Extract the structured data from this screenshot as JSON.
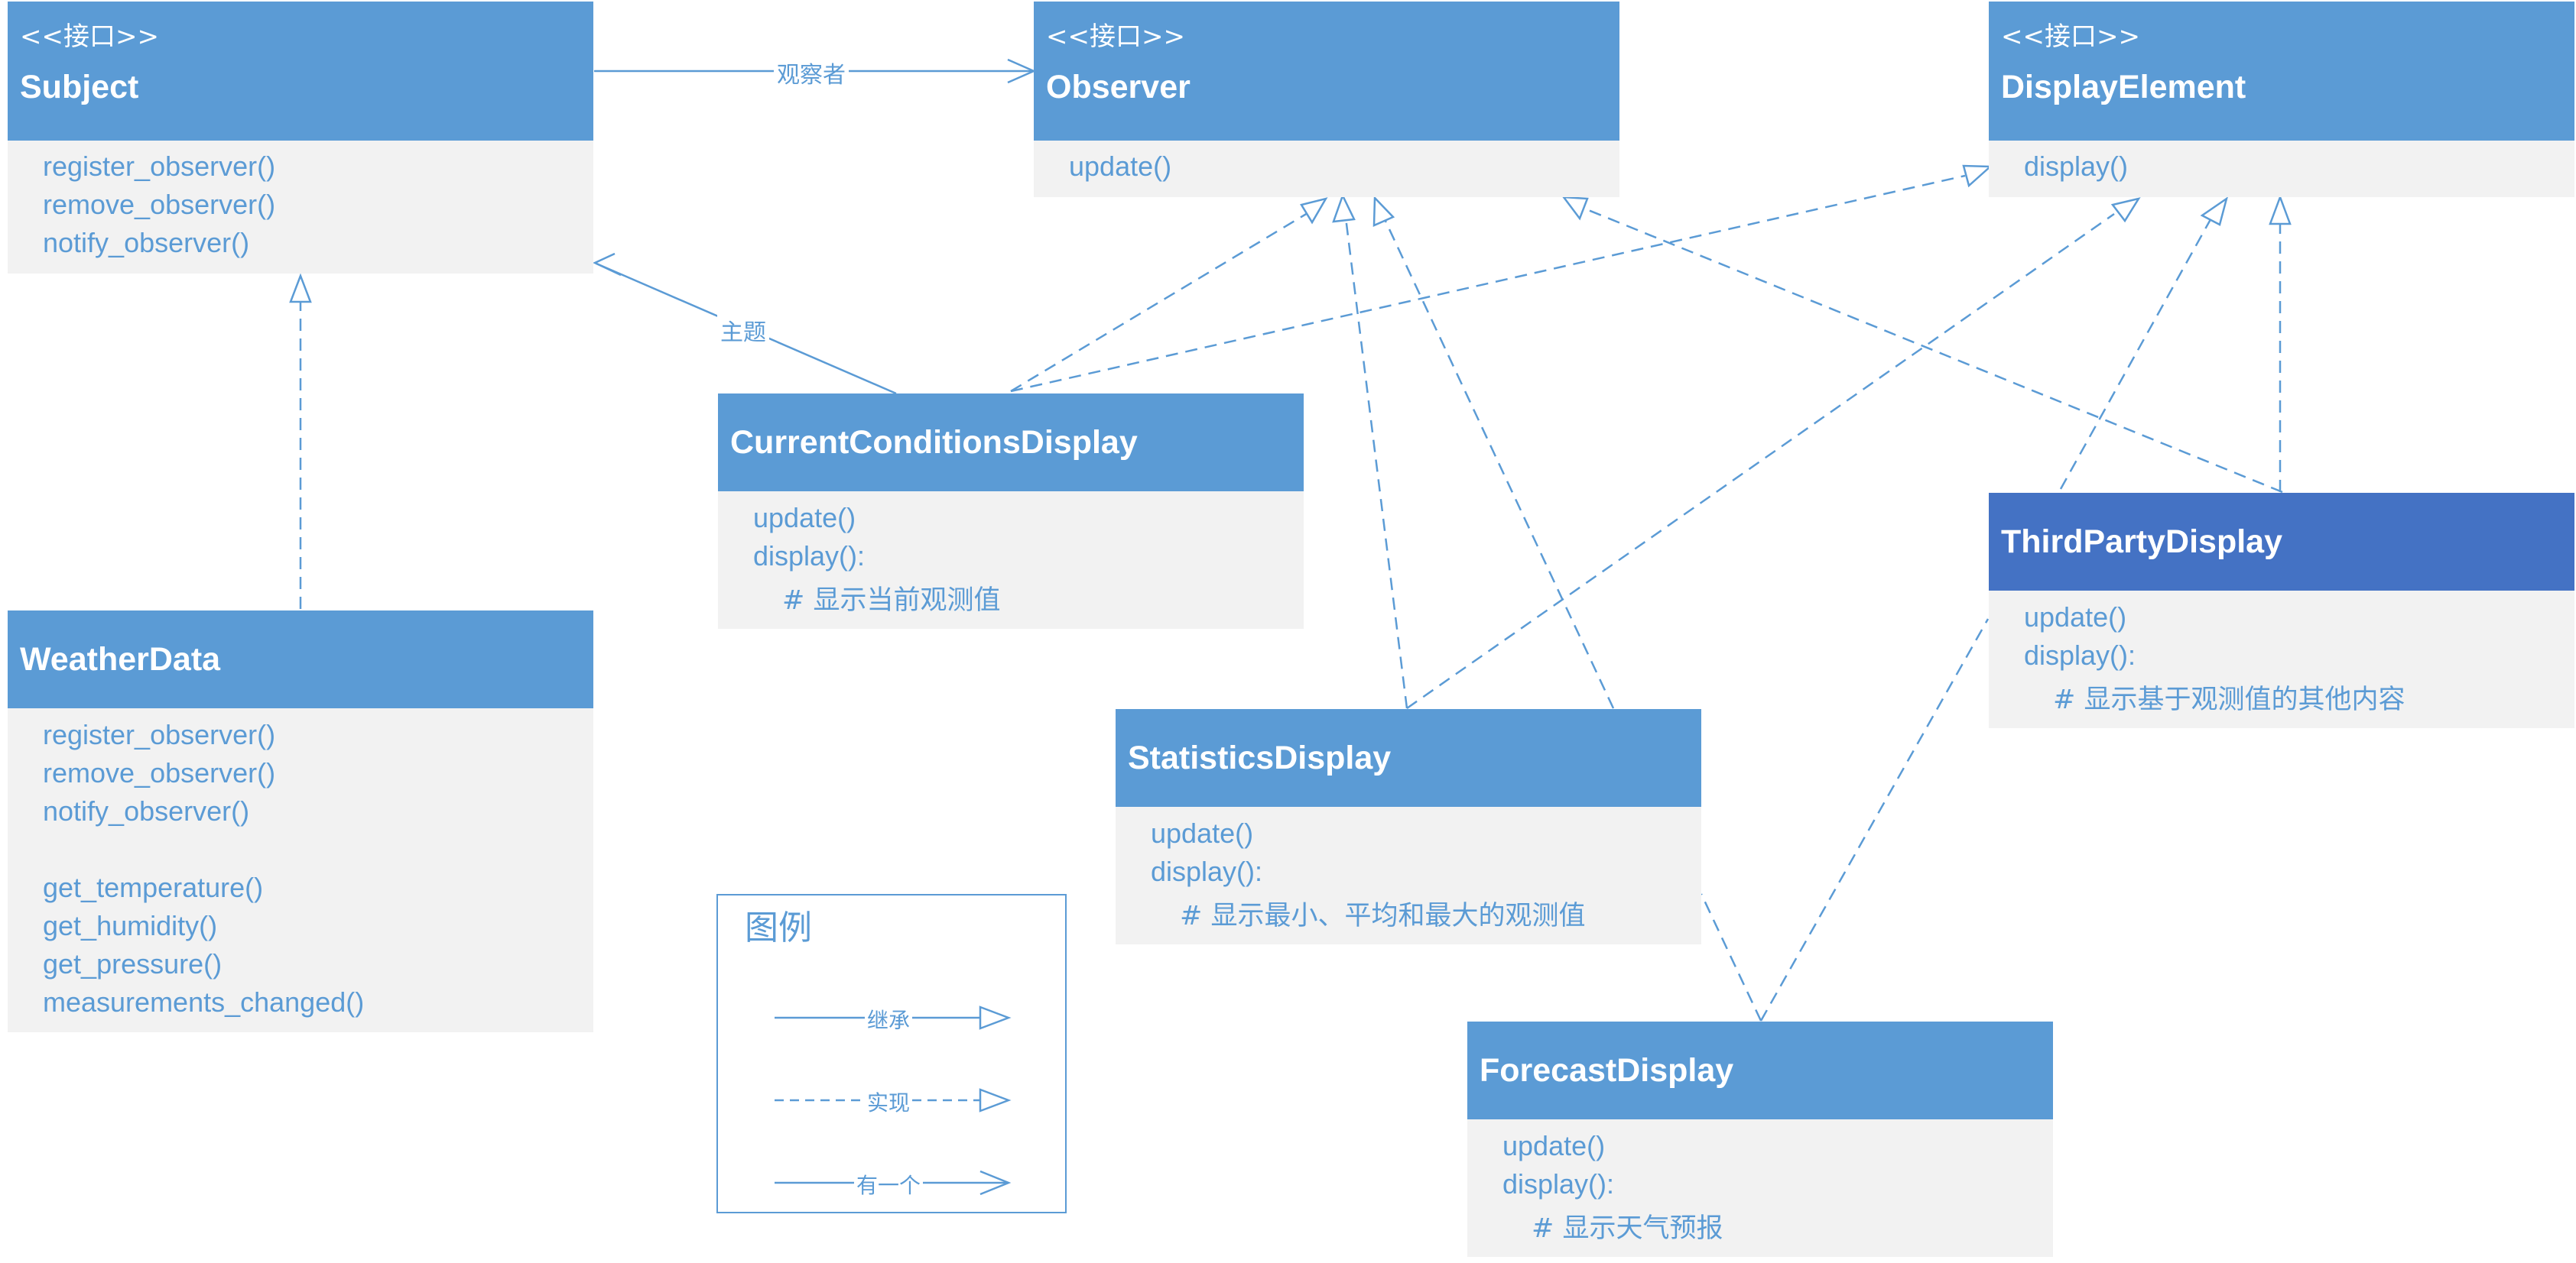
{
  "classes": {
    "subject": {
      "stereotype": "<<接口>>",
      "name": "Subject",
      "methods": [
        "register_observer()",
        "remove_observer()",
        "notify_observer()"
      ]
    },
    "observer": {
      "stereotype": "<<接口>>",
      "name": "Observer",
      "methods": [
        "update()"
      ]
    },
    "display_element": {
      "stereotype": "<<接口>>",
      "name": "DisplayElement",
      "methods": [
        "display()"
      ]
    },
    "current_conditions_display": {
      "name": "CurrentConditionsDisplay",
      "methods": [
        "update()",
        "display():"
      ],
      "comment": "# 显示当前观测值"
    },
    "third_party_display": {
      "name": "ThirdPartyDisplay",
      "methods": [
        "update()",
        "display():"
      ],
      "comment": "# 显示基于观测值的其他内容"
    },
    "statistics_display": {
      "name": "StatisticsDisplay",
      "methods": [
        "update()",
        "display():"
      ],
      "comment": "# 显示最小、平均和最大的观测值"
    },
    "forecast_display": {
      "name": "ForecastDisplay",
      "methods": [
        "update()",
        "display():"
      ],
      "comment": "# 显示天气预报"
    },
    "weather_data": {
      "name": "WeatherData",
      "methods": [
        "register_observer()",
        "remove_observer()",
        "notify_observer()",
        "get_temperature()",
        "get_humidity()",
        "get_pressure()",
        "measurements_changed()"
      ]
    }
  },
  "edge_labels": {
    "subject_to_observer": "观察者",
    "display_to_subject": "主题"
  },
  "legend": {
    "title": "图例",
    "inheritance": "继承",
    "realization": "实现",
    "association": "有一个"
  },
  "colors": {
    "header": "#5b9bd5",
    "header_highlight": "#4472c4",
    "body": "#f2f2f2",
    "text": "#5b9bd5",
    "line": "#5b9bd5"
  }
}
